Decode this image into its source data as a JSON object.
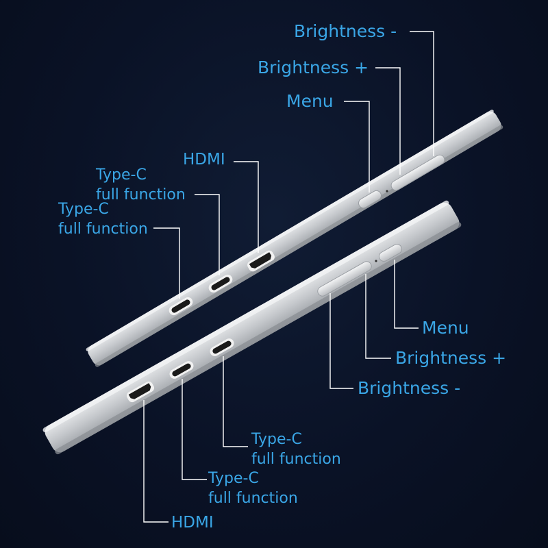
{
  "colors": {
    "background": "#0a1226",
    "label": "#3aa6e6",
    "leader_line": "#ffffff",
    "device_body": "#c9ccd0",
    "port": "#1a1a1a"
  },
  "top_device": {
    "labels": {
      "brightness_minus": "Brightness -",
      "brightness_plus": "Brightness +",
      "menu": "Menu",
      "hdmi": "HDMI",
      "typec_1": {
        "line1": "Type-C",
        "line2": "full function"
      },
      "typec_2": {
        "line1": "Type-C",
        "line2": "full function"
      }
    }
  },
  "bottom_device": {
    "labels": {
      "menu": "Menu",
      "brightness_plus": "Brightness +",
      "brightness_minus": "Brightness -",
      "typec_1": {
        "line1": "Type-C",
        "line2": "full function"
      },
      "typec_2": {
        "line1": "Type-C",
        "line2": "full function"
      },
      "hdmi": "HDMI"
    }
  }
}
